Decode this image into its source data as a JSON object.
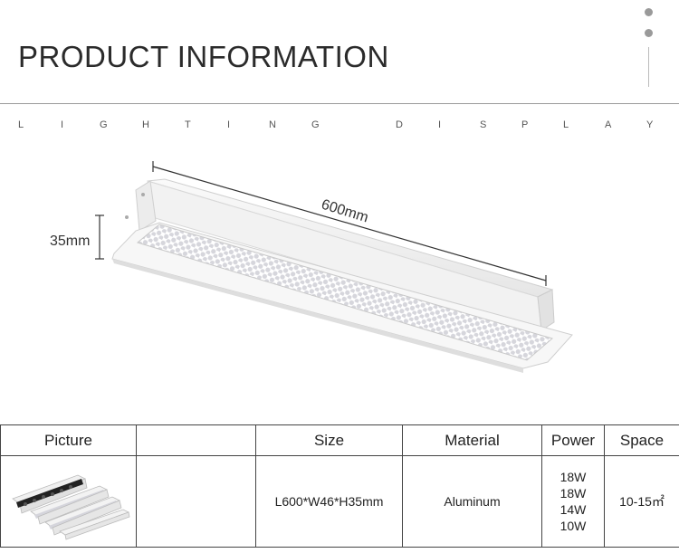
{
  "header": {
    "title": "PRODUCT INFORMATION",
    "subtitle_letters": [
      "L",
      "I",
      "G",
      "H",
      "T",
      "I",
      "N",
      "G",
      "D",
      "I",
      "S",
      "P",
      "L",
      "A",
      "Y"
    ]
  },
  "product_image": {
    "length_label": "600mm",
    "height_label": "35mm"
  },
  "table": {
    "headers": [
      "Picture",
      "",
      "Size",
      "Material",
      "Power",
      "Space"
    ],
    "row": {
      "size": "L600*W46*H35mm",
      "material": "Aluminum",
      "power": [
        "18W",
        "18W",
        "14W",
        "10W"
      ],
      "space": "10-15㎡"
    }
  },
  "colors": {
    "rule": "#9a9a9a",
    "border": "#444444",
    "lamp_body": "#f4f4f4",
    "lamp_shadow": "#d8d8d8"
  }
}
